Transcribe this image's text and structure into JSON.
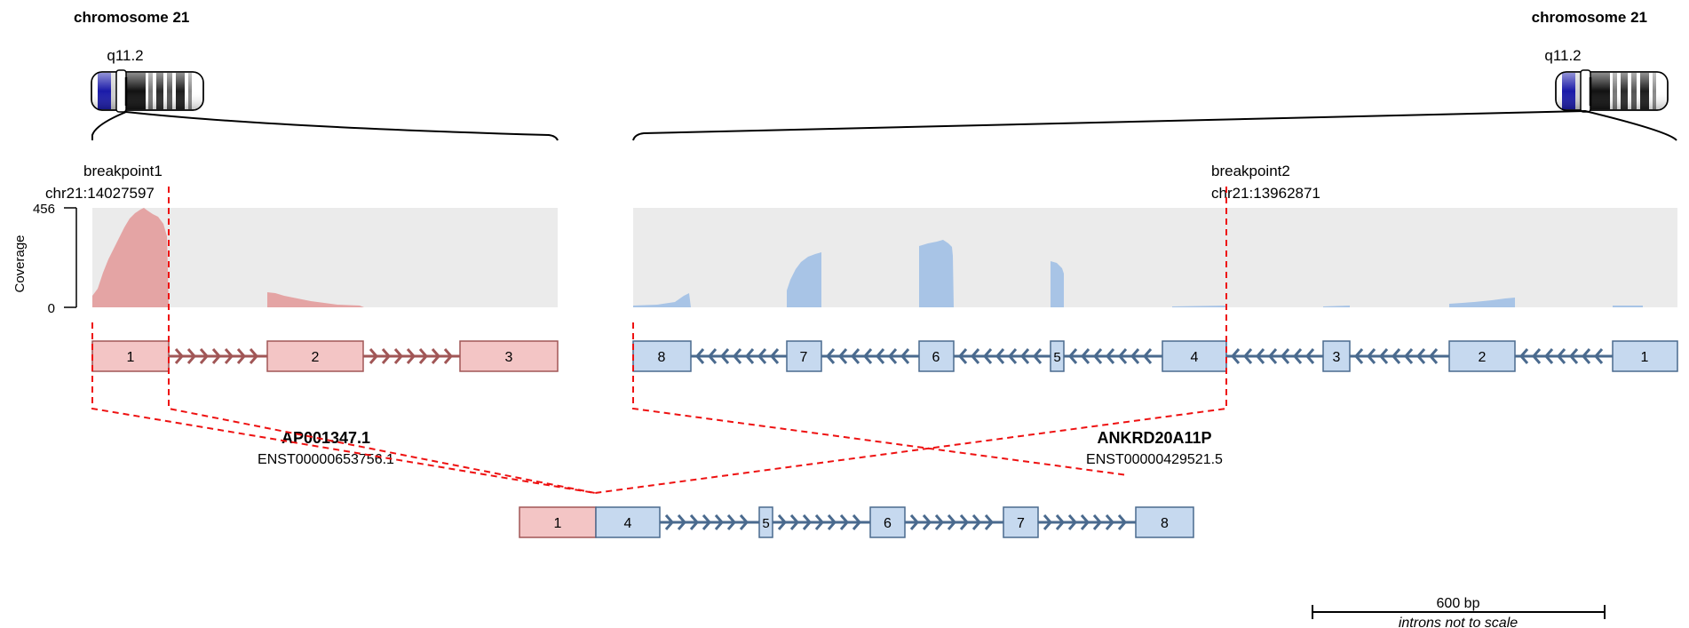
{
  "left_chromosome": {
    "title": "chromosome 21",
    "band": "q11.2"
  },
  "right_chromosome": {
    "title": "chromosome 21",
    "band": "q11.2"
  },
  "breakpoint1": {
    "label": "breakpoint1",
    "position": "chr21:14027597"
  },
  "breakpoint2": {
    "label": "breakpoint2",
    "position": "chr21:13962871"
  },
  "coverage": {
    "axis_label": "Coverage",
    "max_label": "456",
    "min_label": "0",
    "max": 456
  },
  "gene1": {
    "name": "AP001347.1",
    "transcript": "ENST00000653756.1",
    "color": "#f3c5c5",
    "stroke": "#a15656",
    "exons": [
      "1",
      "2",
      "3"
    ]
  },
  "gene2": {
    "name": "ANKRD20A11P",
    "transcript": "ENST00000429521.5",
    "color": "#c6d9ef",
    "stroke": "#4a6a8e",
    "exons": [
      "8",
      "7",
      "6",
      "5",
      "4",
      "3",
      "2",
      "1"
    ]
  },
  "fusion": {
    "exons": [
      "1",
      "4",
      "5",
      "6",
      "7",
      "8"
    ]
  },
  "scale_bar": {
    "label": "600 bp",
    "note": "introns not to scale"
  }
}
